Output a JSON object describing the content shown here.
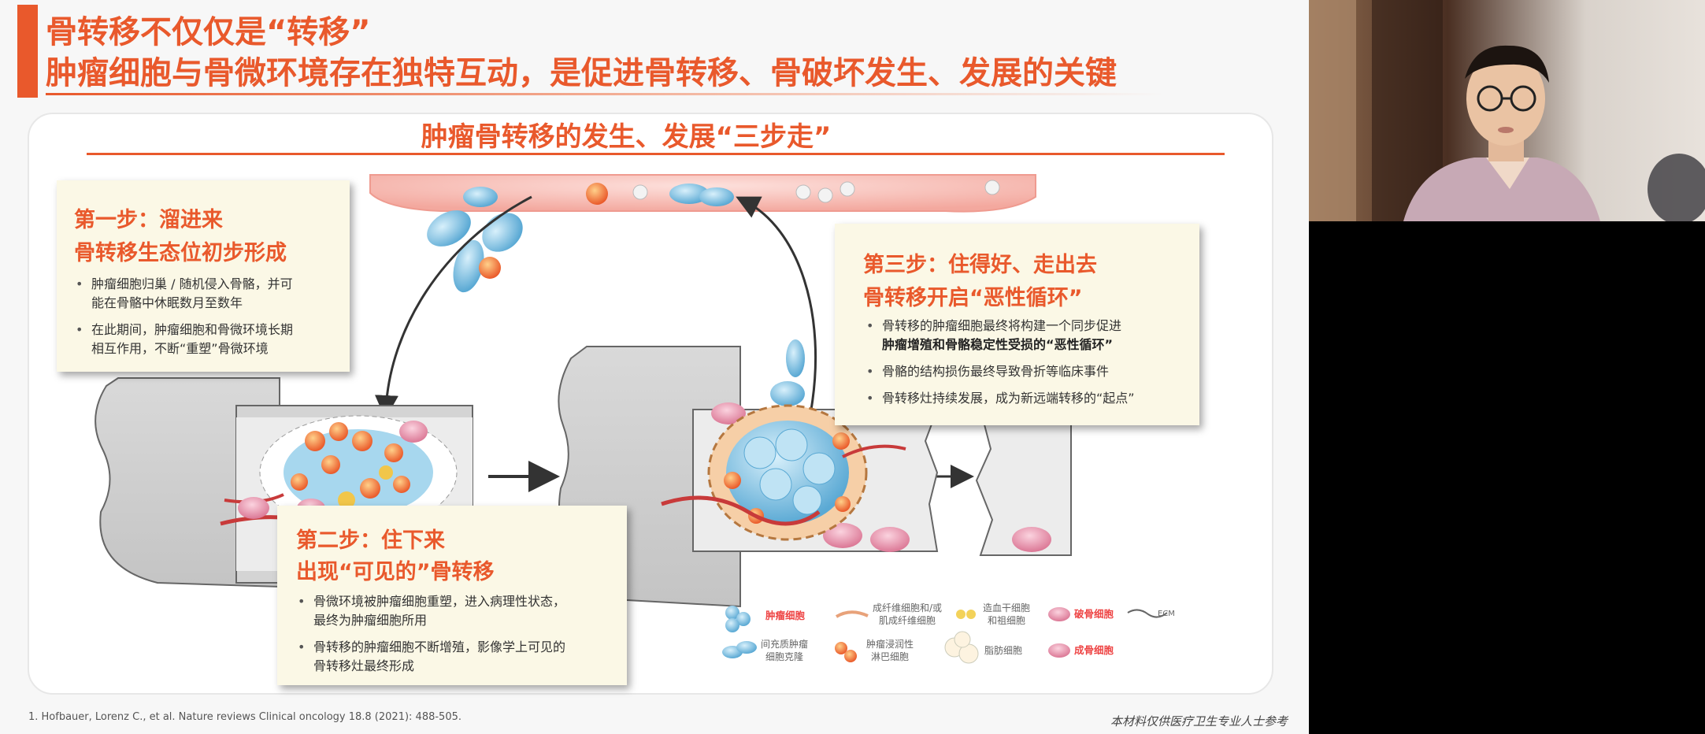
{
  "slide": {
    "title_line1": "骨转移不仅仅是“转移”",
    "title_line2": "肿瘤细胞与骨微环境存在独特互动，是促进骨转移、骨破坏发生、发展的关键",
    "panel_title": "肿瘤骨转移的发生、发展“三步走”",
    "steps": [
      {
        "title": "第一步：溜进来",
        "subtitle": "骨转移生态位初步形成",
        "bullets": [
          [
            "肿瘤细胞归巢 / 随机侵入骨骼，并可",
            "能在骨骼中休眠数月至数年"
          ],
          [
            "在此期间，肿瘤细胞和骨微环境长期",
            "相互作用，不断“重塑”骨微环境"
          ]
        ]
      },
      {
        "title": "第二步：住下来",
        "subtitle": "出现“可见的”骨转移",
        "bullets": [
          [
            "骨微环境被肿瘤细胞重塑，进入病理性状态，",
            "最终为肿瘤细胞所用"
          ],
          [
            "骨转移的肿瘤细胞不断增殖，影像学上可见的",
            "骨转移灶最终形成"
          ]
        ]
      },
      {
        "title": "第三步：住得好、走出去",
        "subtitle": "骨转移开启“恶性循环”",
        "bullets": [
          [
            "骨转移的肿瘤细胞最终将构建一个同步促进",
            "肿瘤增殖和骨骼稳定性受损的“恶性循环”"
          ],
          [
            "骨骼的结构损伤最终导致骨折等临床事件"
          ],
          [
            "骨转移灶持续发展，成为新远端转移的“起点”"
          ]
        ]
      }
    ],
    "legend": {
      "tumor_cell": "肿瘤细胞",
      "mesenchymal_clone": [
        "间充质肿瘤",
        "细胞克隆"
      ],
      "fibroblast": [
        "成纤维细胞和/或",
        "肌成纤维细胞"
      ],
      "lymphocyte": [
        "肿瘤浸润性",
        "淋巴细胞"
      ],
      "hematopoietic": [
        "造血干细胞",
        "和祖细胞"
      ],
      "adipocyte": "脂肪细胞",
      "osteoclast": "破骨细胞",
      "osteoblast": "成骨细胞",
      "ecm": "ECM"
    },
    "citation": "1. Hofbauer, Lorenz C., et al. Nature reviews Clinical oncology 18.8 (2021): 488-505.",
    "disclaimer": "本材料仅供医疗卫生专业人士参考"
  },
  "colors": {
    "accent": "#e9592c",
    "box_bg": "#fbf8e6",
    "tumor_blue": "#6fb8dc",
    "osteoclast_pink": "#e58aa6",
    "vessel_red": "#c83a3a"
  }
}
